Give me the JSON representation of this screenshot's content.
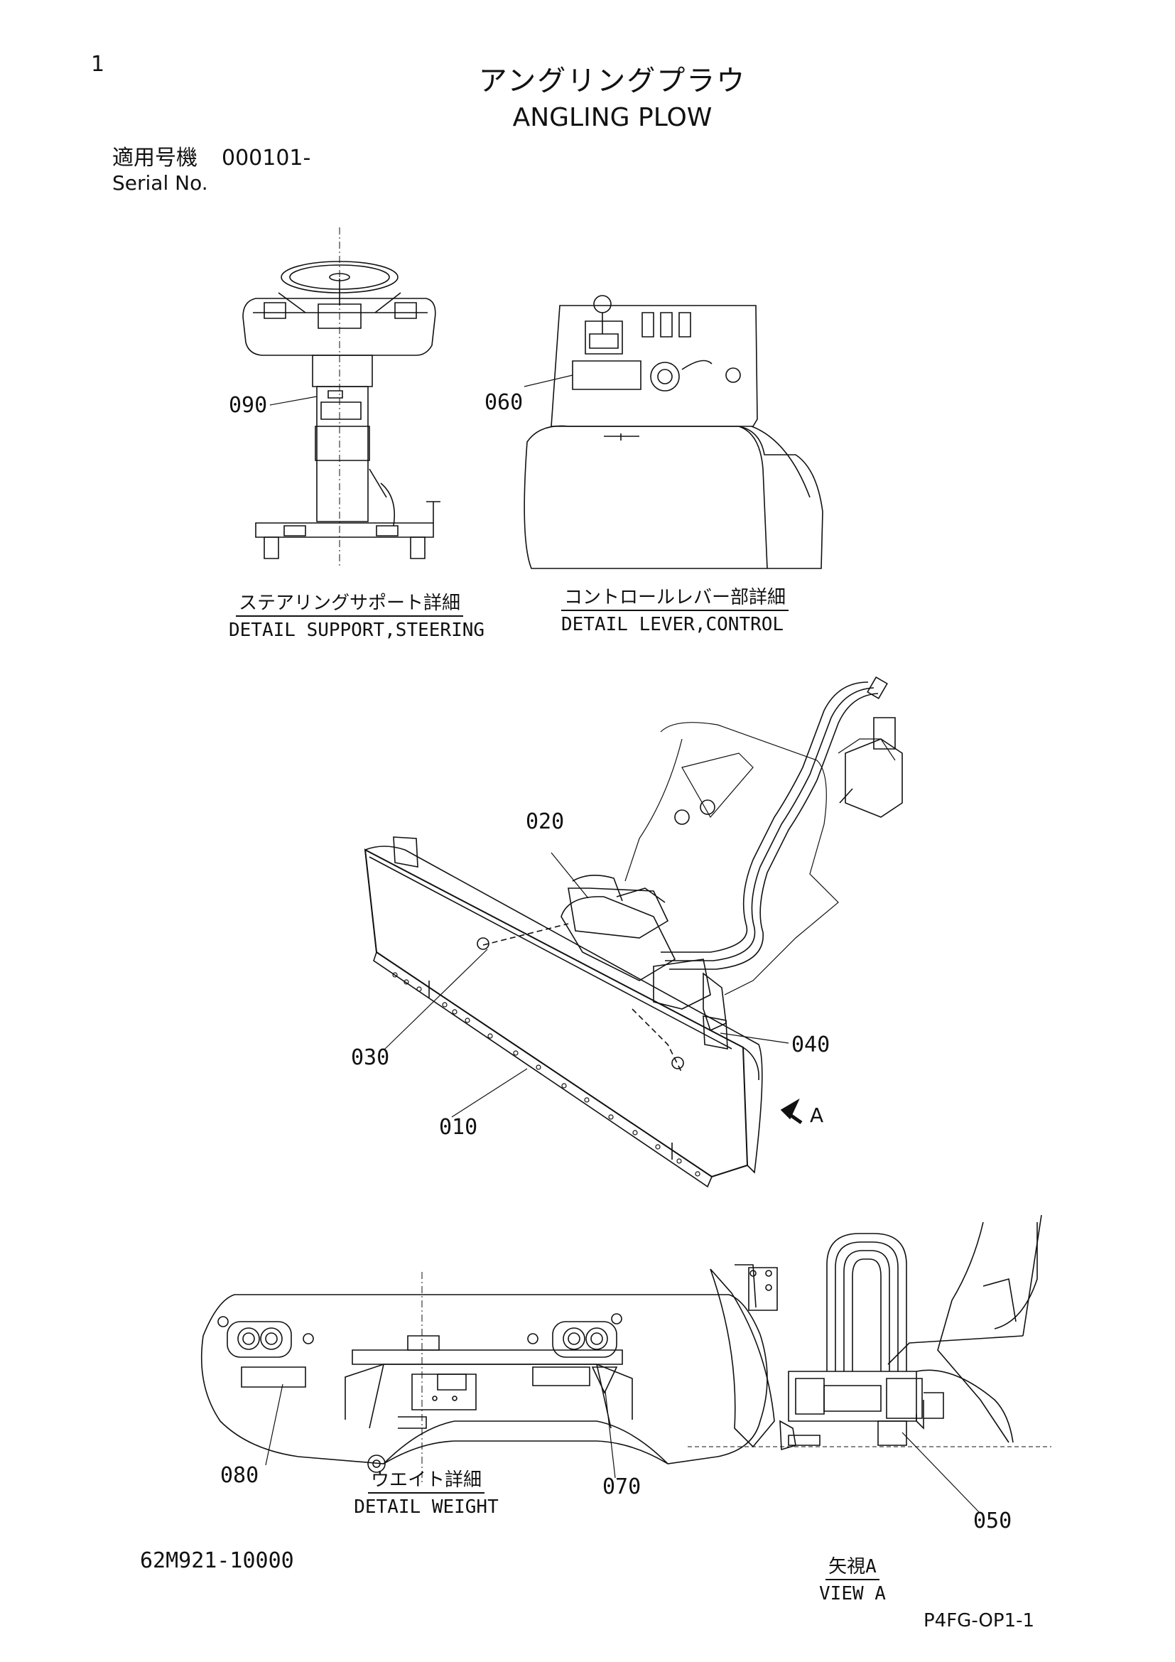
{
  "page_number": "1",
  "title": {
    "jp": "アングリングプラウ",
    "en": "ANGLING PLOW"
  },
  "serial": {
    "label_jp": "適用号機",
    "value": "000101-",
    "label_en": "Serial No."
  },
  "captions": {
    "steering": {
      "jp": "ステアリングサポート詳細",
      "en": "DETAIL SUPPORT,STEERING"
    },
    "lever": {
      "jp": "コントロールレバー部詳細",
      "en": "DETAIL LEVER,CONTROL"
    },
    "weight": {
      "jp": "ウエイト詳細",
      "en": "DETAIL WEIGHT"
    },
    "view_a": {
      "jp": "矢視A",
      "en": "VIEW A"
    }
  },
  "callouts": {
    "c090": "090",
    "c060": "060",
    "c020": "020",
    "c030": "030",
    "c040": "040",
    "c010": "010",
    "c080": "080",
    "c070": "070",
    "c050": "050",
    "view_arrow": "A"
  },
  "footer": {
    "drawing_no": "62M921-10000",
    "page_code": "P4FG-OP1-1"
  }
}
